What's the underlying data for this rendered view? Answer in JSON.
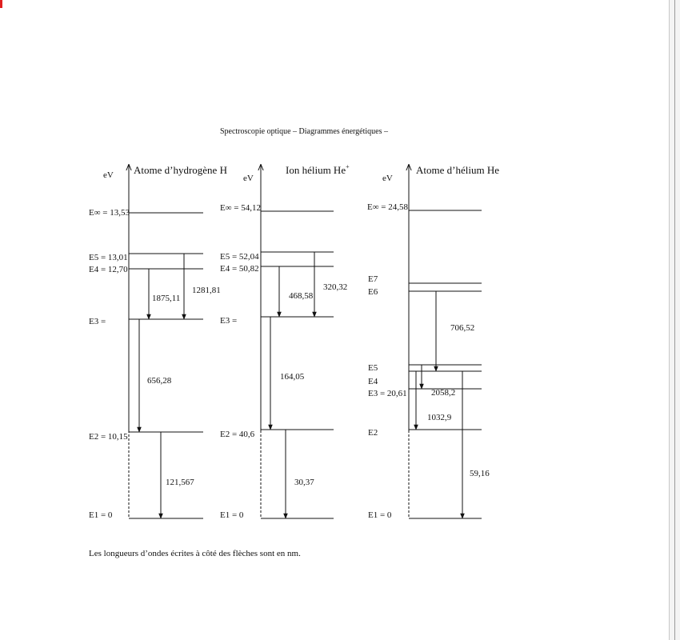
{
  "page_title": "Spectroscopie optique – Diagrammes énergétiques –",
  "footnote": "Les longueurs d’ondes écrites à côté des flèches sont en nm.",
  "panels": [
    {
      "unit": "eV",
      "title": "Atome d’hydrogène H",
      "levels": [
        "E∞ = 13,53",
        "E5 = 13,01",
        "E4 = 12,70",
        "E3 =",
        "E2 = 10,15",
        "E1 = 0"
      ],
      "wavelengths": [
        "1875,11",
        "1281,81",
        "656,28",
        "121,567"
      ]
    },
    {
      "unit": "eV",
      "title": "Ion hélium He",
      "title_sup": "+",
      "levels": [
        "E∞ = 54,12",
        "E5 = 52,04",
        "E4 = 50,82",
        "E3 =",
        "E2 = 40,6",
        "E1 = 0"
      ],
      "wavelengths": [
        "468,58",
        "320,32",
        "164,05",
        "30,37"
      ]
    },
    {
      "unit": "eV",
      "title": "Atome d’hélium He",
      "levels": [
        "E∞ = 24,58",
        "E7",
        "E6",
        "E5",
        "E4",
        "E3 = 20,61",
        "E2",
        "E1 = 0"
      ],
      "wavelengths": [
        "706,52",
        "2058,2",
        "1032,9",
        "59,16"
      ]
    }
  ]
}
